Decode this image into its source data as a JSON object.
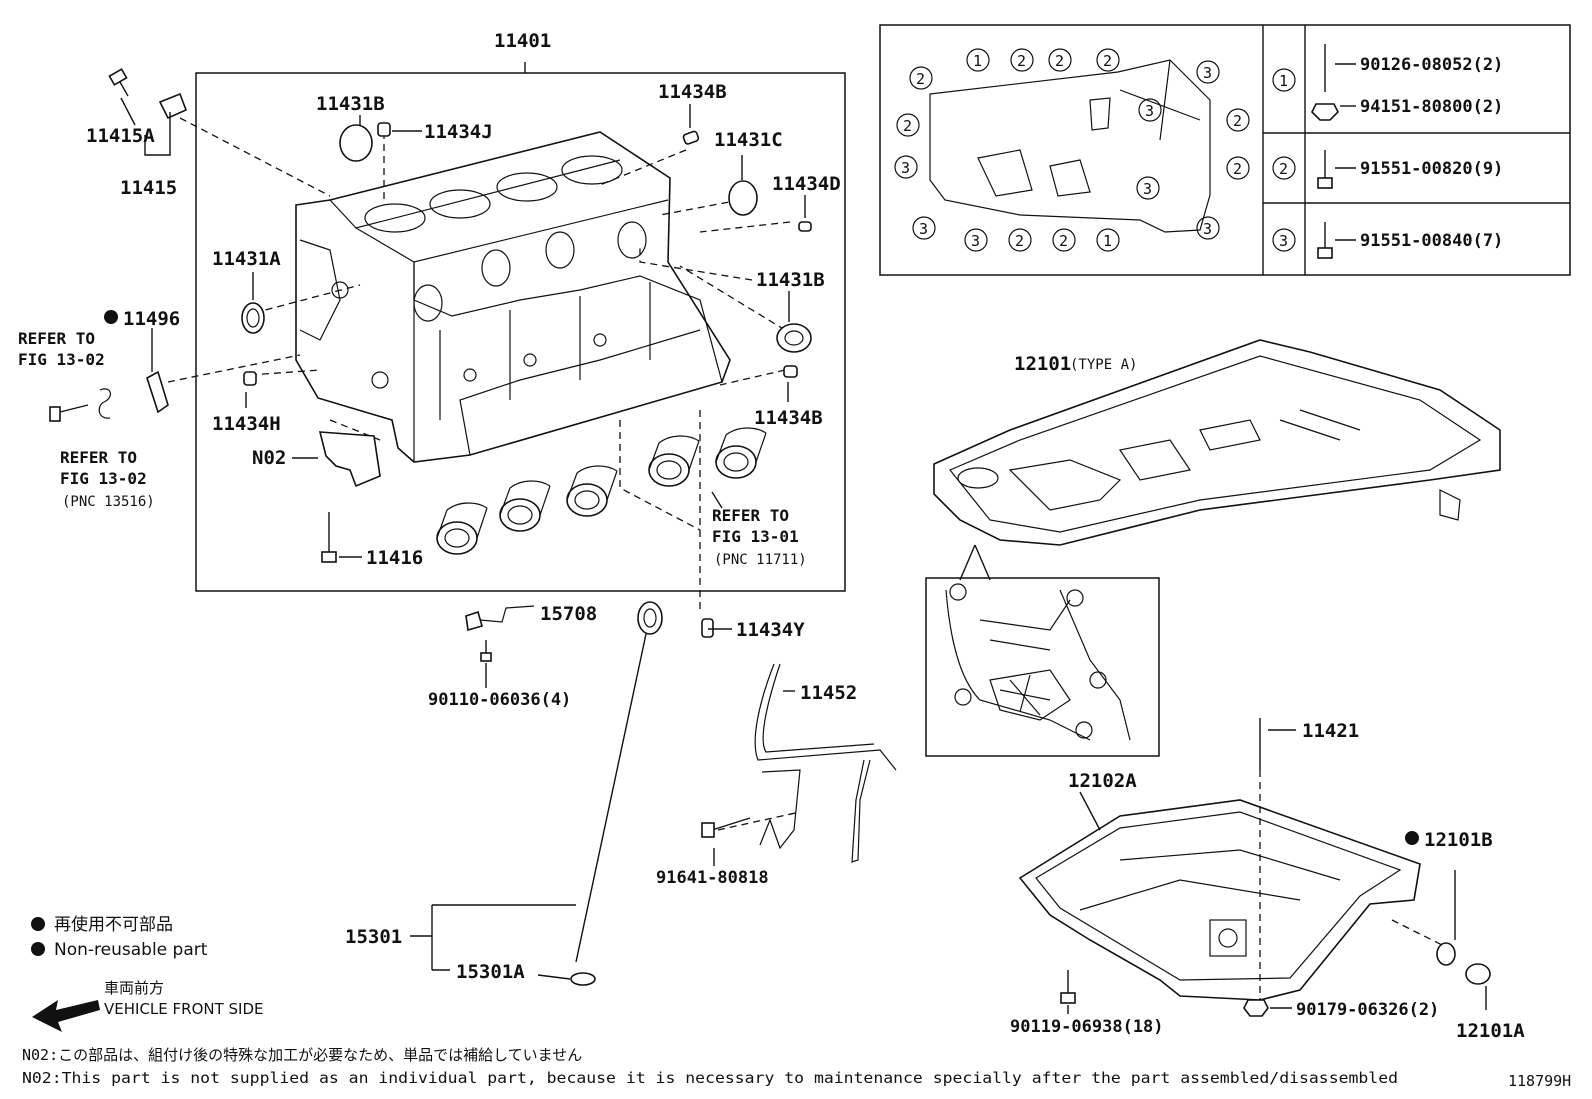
{
  "labels": {
    "block": "11401",
    "p11415A": "11415A",
    "p11415": "11415",
    "p11431B_top": "11431B",
    "p11434J": "11434J",
    "p11434B_top": "11434B",
    "p11431C": "11431C",
    "p11434D": "11434D",
    "p11431A": "11431A",
    "p11431B_right": "11431B",
    "p11496": "11496",
    "refer1_a": "REFER TO",
    "refer1_b": "FIG 13-02",
    "refer2_a": "REFER TO",
    "refer2_b": "FIG 13-02",
    "refer2_c": "(PNC 13516)",
    "p11434H": "11434H",
    "pN02": "N02",
    "p11434B_right": "11434B",
    "refer3_a": "REFER TO",
    "refer3_b": "FIG 13-01",
    "refer3_c": "(PNC 11711)",
    "p11416": "11416",
    "p15708": "15708",
    "p11434Y": "11434Y",
    "p90110": "90110-06036(4)",
    "p11452": "11452",
    "p91641": "91641-80818",
    "p15301": "15301",
    "p15301A": "15301A",
    "p12101": "12101",
    "type_a": "(TYPE A)",
    "p11421": "11421",
    "p12102A": "12102A",
    "p12101B": "12101B",
    "p90119": "90119-06938(18)",
    "p90179": "90179-06326(2)",
    "p12101A": "12101A"
  },
  "bolt_table": [
    {
      "key": "1",
      "rows": [
        "90126-08052(2)",
        "94151-80800(2)"
      ]
    },
    {
      "key": "2",
      "rows": [
        "91551-00820(9)"
      ]
    },
    {
      "key": "3",
      "rows": [
        "91551-00840(7)"
      ]
    }
  ],
  "legend": {
    "jp": "再使用不可部品",
    "en": "Non-reusable part",
    "front_jp": "車両前方",
    "front_en": "VEHICLE FRONT SIDE"
  },
  "notes": {
    "jp": "N02:この部品は、組付け後の特殊な加工が必要なため、単品では補給していません",
    "en": "N02:This part is not supplied as an individual part, because it is necessary to maintenance specially after the part assembled/disassembled"
  },
  "figure_number": "118799H"
}
